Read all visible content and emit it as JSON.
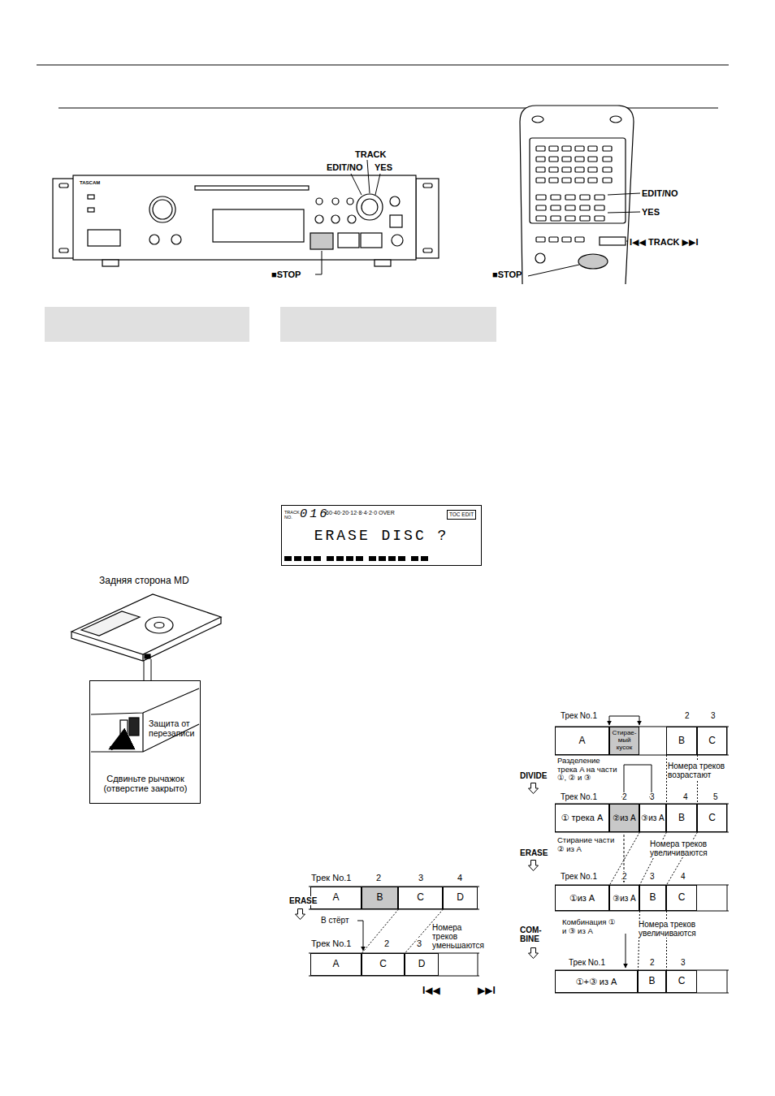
{
  "diagram": {
    "nodes": [
      {
        "text": [
          "TRACK NO.",
          "016",
          "60·40·20·12·8·4·2·0 OVER",
          "ERASE DISC ?"
        ]
      },
      {
        "text": [
          "TOC EDIT"
        ],
        "in": 0
      },
      {
        "text": [
          "Защита от перезаписи",
          "Сдвиньте рычажок (отверстие закрыто)"
        ]
      },
      {
        "text": [
          "A"
        ]
      },
      {
        "text": [
          "B"
        ]
      },
      {
        "text": [
          "C"
        ]
      },
      {
        "text": [
          "D"
        ]
      },
      {
        "text": [
          "A"
        ]
      },
      {
        "text": [
          "C"
        ]
      },
      {
        "text": [
          "D"
        ]
      },
      {
        "text": [
          "A"
        ]
      },
      {
        "text": [
          "Стирае-мый кусок"
        ]
      },
      {
        "text": [
          "B"
        ]
      },
      {
        "text": [
          "C"
        ]
      },
      {
        "text": [
          "① трека A"
        ]
      },
      {
        "text": [
          "②из A"
        ]
      },
      {
        "text": [
          "③из A"
        ]
      },
      {
        "text": [
          "B"
        ]
      },
      {
        "text": [
          "C"
        ]
      },
      {
        "text": [
          "①из A"
        ]
      },
      {
        "text": [
          "③из A"
        ]
      },
      {
        "text": [
          "B"
        ]
      },
      {
        "text": [
          "C"
        ]
      },
      {
        "text": [
          "①+③ из A"
        ]
      },
      {
        "text": [
          "B"
        ]
      },
      {
        "text": [
          "C"
        ]
      }
    ],
    "edges": [
      {
        "from": 5,
        "to": 8,
        "arrow": "none"
      },
      {
        "from": 6,
        "to": 9,
        "arrow": "none"
      },
      {
        "from": 12,
        "to": 17,
        "arrow": "none"
      },
      {
        "from": 13,
        "to": 18,
        "arrow": "none"
      },
      {
        "from": 16,
        "to": 20,
        "arrow": "none"
      },
      {
        "from": 17,
        "to": 21,
        "arrow": "none"
      },
      {
        "from": 18,
        "to": 22,
        "arrow": "none"
      },
      {
        "from": 21,
        "to": 24,
        "arrow": "none"
      },
      {
        "from": 22,
        "to": 25,
        "arrow": "none"
      }
    ],
    "labels": [
      "TRACK",
      "EDIT/NO",
      "YES",
      "■STOP",
      "EDIT/NO",
      "YES",
      "I◀◀ TRACK ▶▶I",
      "■STOP",
      "Задняя сторона MD",
      "Трек No.1",
      "2",
      "3",
      "4",
      "ERASE",
      "В стёрт",
      "Номера треков уменьшаются",
      "Трек No.1",
      "2",
      "3",
      "I◀◀",
      "▶▶I",
      "Трек No.1",
      "2",
      "3",
      "Разделение трека A на части ①, ② и ③",
      "Номера треков возрастают",
      "DIVIDE",
      "Трек No.1",
      "2",
      "3",
      "4",
      "5",
      "Стирание части ② из A",
      "Номера треков увеличиваются",
      "ERASE",
      "Трек No.1",
      "2",
      "3",
      "4",
      "Комбинация ① и ③ из A",
      "Номера треков увеличиваются",
      "COM-BINE",
      "Трек No.1",
      "2",
      "3",
      "TASCAM"
    ]
  }
}
